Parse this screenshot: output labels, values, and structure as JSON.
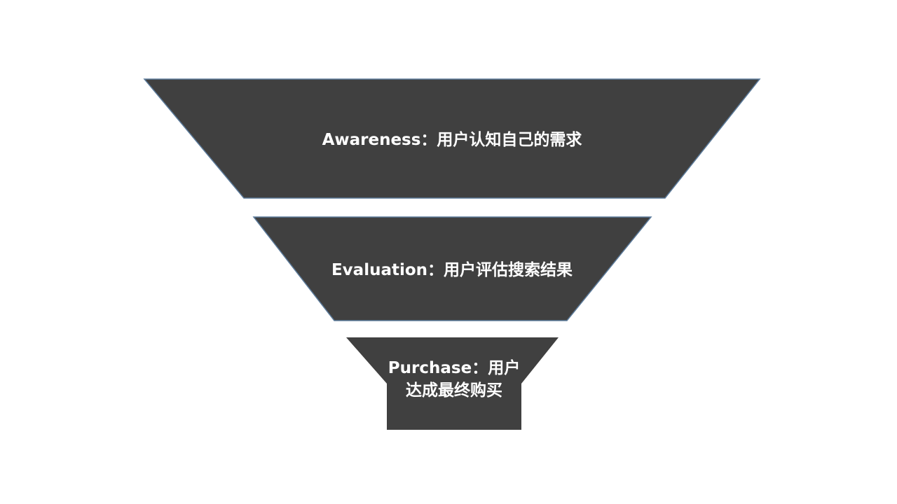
{
  "funnel": {
    "fill_color": "#404040",
    "stroke_color": "#5b7a9a",
    "text_color": "#ffffff",
    "stages": [
      {
        "label": "Awareness：用户认知自己的需求"
      },
      {
        "label": "Evaluation：用户评估搜索结果"
      },
      {
        "label": "Purchase：用户达成最终购买"
      }
    ]
  }
}
